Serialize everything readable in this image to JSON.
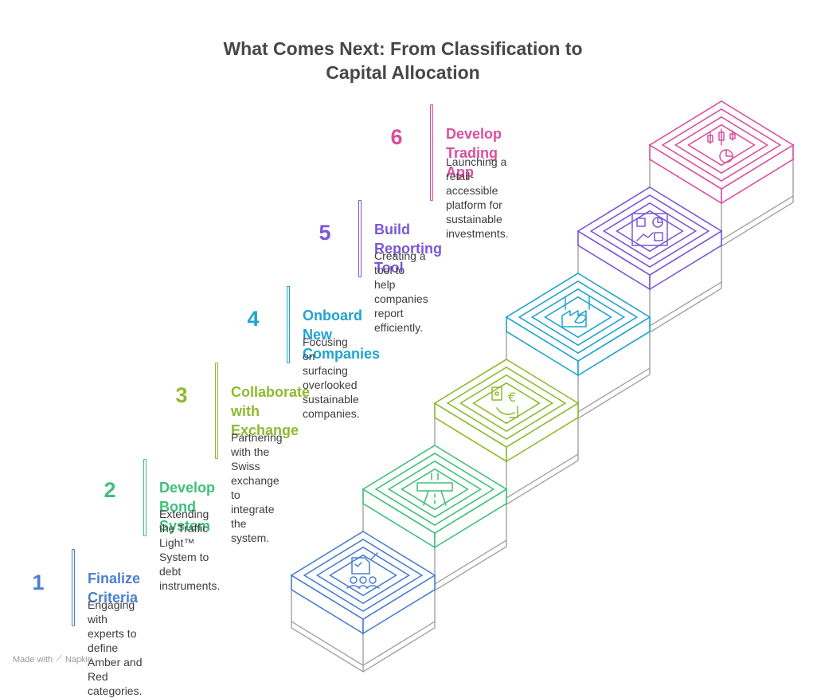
{
  "title": {
    "line1": "What Comes Next: From Classification to",
    "line2": "Capital Allocation"
  },
  "steps": [
    {
      "number": "1",
      "heading": "Finalize Criteria",
      "desc_lines": [
        "Engaging with experts to define",
        "Amber and Red categories."
      ],
      "color": "#4a7fd1",
      "icon": "checklist-team-icon"
    },
    {
      "number": "2",
      "heading": "Develop Bond System",
      "desc_lines": [
        "Extending the Traffic Light™",
        "System to debt instruments."
      ],
      "color": "#3fc07a",
      "icon": "road-bond-icon"
    },
    {
      "number": "3",
      "heading_lines": [
        "Collaborate with",
        "Exchange"
      ],
      "desc_lines": [
        "Partnering with the Swiss",
        "exchange to integrate the system."
      ],
      "color": "#8fba2e",
      "icon": "currency-exchange-icon"
    },
    {
      "number": "4",
      "heading": "Onboard New Companies",
      "desc_lines": [
        "Focusing on surfacing overlooked",
        "sustainable companies."
      ],
      "color": "#1fa3cf",
      "icon": "green-factory-icon"
    },
    {
      "number": "5",
      "heading": "Build Reporting Tool",
      "desc_lines": [
        "Creating a tool to help companies",
        "report efficiently."
      ],
      "color": "#7a58d6",
      "icon": "report-dashboard-icon"
    },
    {
      "number": "6",
      "heading": "Develop Trading App",
      "desc_lines": [
        "Launching a retail-accessible",
        "platform for sustainable",
        "investments."
      ],
      "color": "#d94fa0",
      "icon": "trading-chart-icon"
    }
  ],
  "footer": {
    "made_with": "Made with",
    "brand": "Napkin"
  }
}
